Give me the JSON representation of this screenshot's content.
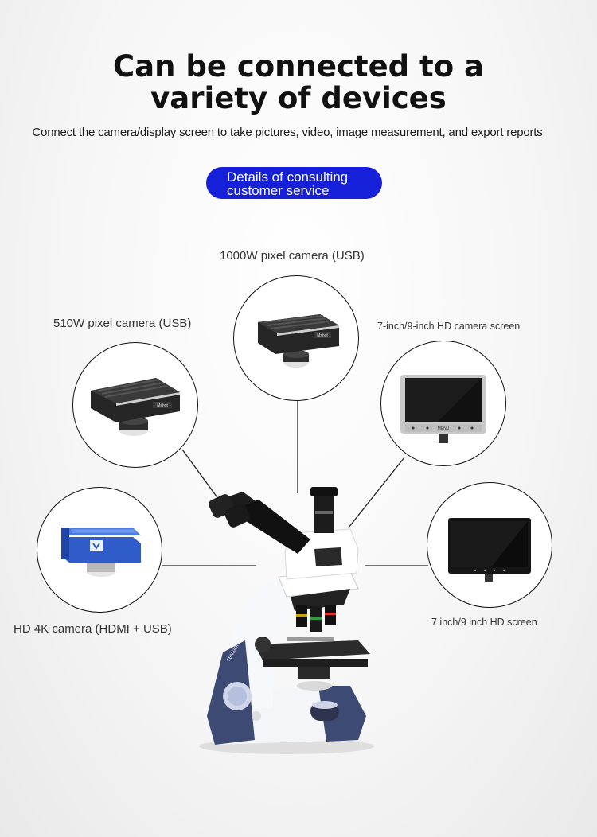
{
  "headline": {
    "line1": "Can be connected to a",
    "line2": "variety of devices"
  },
  "subtitle": "Connect the camera/display screen to take pictures, video, image measurement, and export reports",
  "cta": {
    "line1": "Details of consulting",
    "line2": "customer service"
  },
  "devices": {
    "cam_1000w": {
      "label": "1000W pixel camera (USB)",
      "brand": "Mshot"
    },
    "cam_510w": {
      "label": "510W pixel camera (USB)",
      "brand": "Mshot"
    },
    "camera_screen": {
      "label": "7-inch/9-inch HD camera screen",
      "menu": "MENU"
    },
    "cam_4k": {
      "label": "HD 4K camera (HDMI + USB)"
    },
    "hd_screen": {
      "label": "7 inch/9 inch HD screen"
    }
  },
  "microscope": {
    "tension_label": "TENSION"
  },
  "colors": {
    "cta": "#1520d8",
    "camera_body": "#2a2a2a",
    "camera_4k_body": "#2f5cc9",
    "microscope_base": "#3d4a73"
  }
}
